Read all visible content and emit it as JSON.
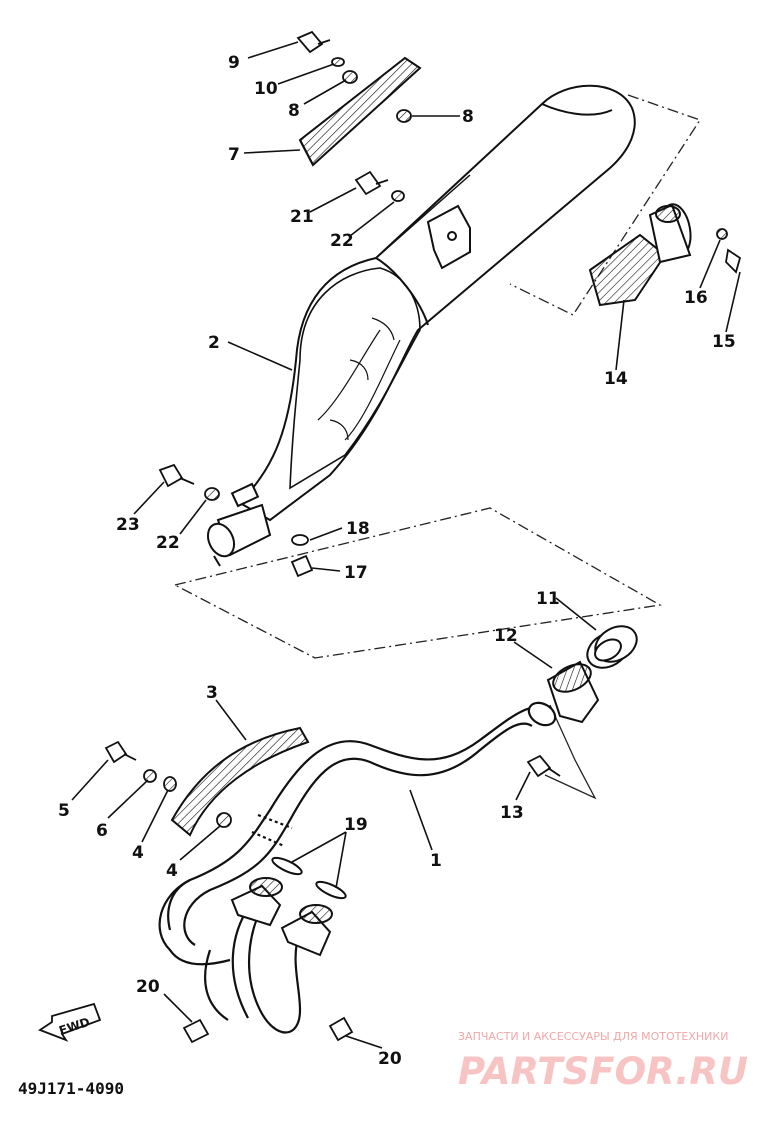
{
  "callouts": {
    "c9": "9",
    "c10": "10",
    "c8a": "8",
    "c8b": "8",
    "c7": "7",
    "c21": "21",
    "c22a": "22",
    "c2": "2",
    "c16": "16",
    "c15": "15",
    "c14": "14",
    "c23": "23",
    "c22b": "22",
    "c18": "18",
    "c17": "17",
    "c11": "11",
    "c12": "12",
    "c3": "3",
    "c5": "5",
    "c6": "6",
    "c4a": "4",
    "c4b": "4",
    "c19": "19",
    "c1": "1",
    "c13": "13",
    "c20a": "20",
    "c20b": "20"
  },
  "fwd_label": "FWD",
  "diagram_code": "49J171-4090",
  "watermark": {
    "subtitle": "ЗАПЧАСТИ И АКСЕССУАРЫ ДЛЯ МОТОТЕХНИКИ",
    "brand": "PARTSFOR.RU"
  }
}
